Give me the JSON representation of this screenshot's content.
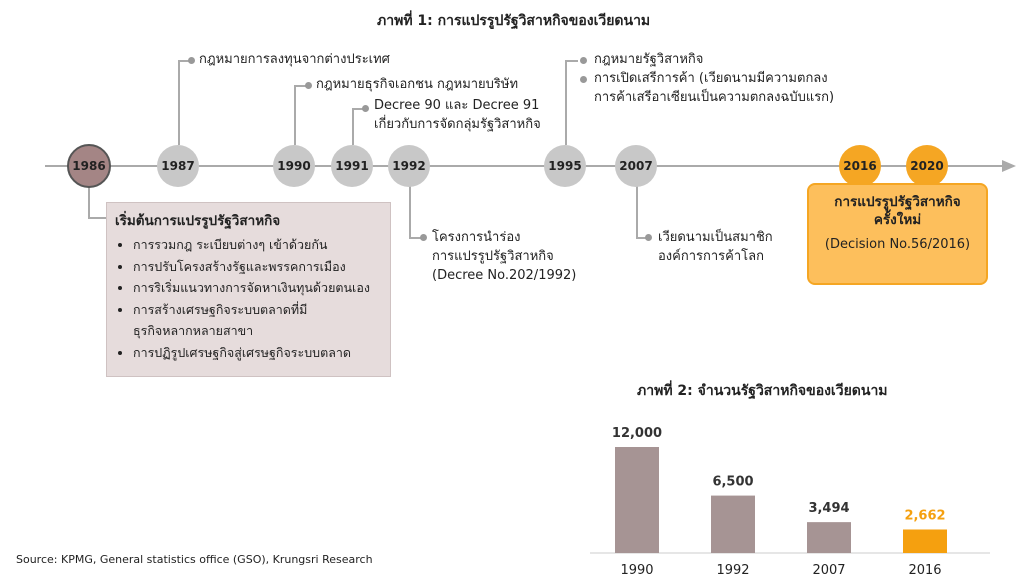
{
  "figure1": {
    "title": "ภาพที่ 1: การแปรรูปรัฐวิสาหกิจของเวียดนาม",
    "years": [
      "1986",
      "1987",
      "1990",
      "1991",
      "1992",
      "1995",
      "2007",
      "2016",
      "2020"
    ],
    "events": {
      "y1987": "กฎหมายการลงทุนจากต่างประเทศ",
      "y1990": "กฎหมายธุรกิจเอกชน กฎหมายบริษัท",
      "y1991_line1": "Decree 90 และ Decree 91",
      "y1991_line2": "เกี่ยวกับการจัดกลุ่มรัฐวิสาหกิจ",
      "y1995_item1": "กฎหมายรัฐวิสาหกิจ",
      "y1995_item2_line1": "การเปิดเสรีการค้า (เวียดนามมีความตกลง",
      "y1995_item2_line2": "การค้าเสรีอาเซียนเป็นความตกลงฉบับแรก)",
      "y1992_line1": "โครงการนำร่อง",
      "y1992_line2": "การแปรรูปรัฐวิสาหกิจ",
      "y1992_line3": "(Decree No.202/1992)",
      "y2007_line1": "เวียดนามเป็นสมาชิก",
      "y2007_line2": "องค์การการค้าโลก"
    },
    "box_1986": {
      "heading": "เริ่มต้นการแปรรูปรัฐวิสาหกิจ",
      "items": [
        "การรวมกฎ ระเบียบต่างๆ เข้าด้วยกัน",
        "การปรับโครงสร้างรัฐและพรรคการเมือง",
        "การริเริ่มแนวทางการจัดหาเงินทุนด้วยตนเอง",
        "การสร้างเศรษฐกิจระบบตลาดที่มีธุรกิจหลากหลายสาขา",
        "การปฏิรูปเศรษฐกิจสู่เศรษฐกิจระบบตลาด"
      ]
    },
    "box_2016": {
      "line1": "การแปรรูปรัฐวิสาหกิจ",
      "line2": "ครั้งใหม่",
      "line3": "(Decision No.56/2016)"
    },
    "colors": {
      "node": "#c8c8c8",
      "first_node": "#a48585",
      "highlight": "#f5a623",
      "box_fill": "#e6dcdc"
    }
  },
  "chart_data": {
    "type": "bar",
    "title": "ภาพที่ 2: จำนวนรัฐวิสาหกิจของเวียดนาม",
    "categories": [
      "1990",
      "1992",
      "2007",
      "2016"
    ],
    "values": [
      12000,
      6500,
      3494,
      2662
    ],
    "value_labels": [
      "12,000",
      "6,500",
      "3,494",
      "2,662"
    ],
    "ylim": [
      0,
      12000
    ],
    "grid": false,
    "colors": {
      "bar": "#a69494",
      "highlight_bar": "#f5a00f",
      "highlight_index": 3
    }
  },
  "source": "Source: KPMG, General statistics office (GSO), Krungsri Research"
}
